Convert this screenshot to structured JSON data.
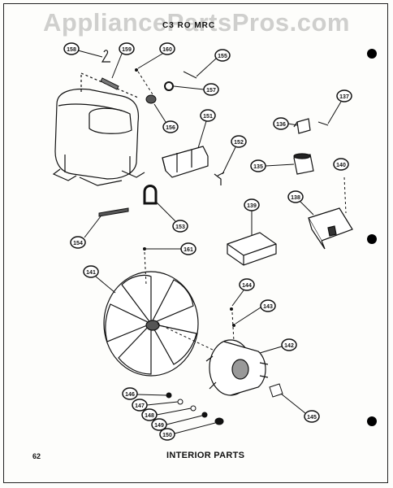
{
  "watermark": "AppliancePartsPros.com",
  "header_fragment": "C3 RO MRC",
  "page_number": "62",
  "caption": "INTERIOR PARTS",
  "callouts": [
    {
      "id": "c158",
      "label": "158"
    },
    {
      "id": "c159",
      "label": "159"
    },
    {
      "id": "c160",
      "label": "160"
    },
    {
      "id": "c155",
      "label": "155"
    },
    {
      "id": "c157",
      "label": "157"
    },
    {
      "id": "c156",
      "label": "156"
    },
    {
      "id": "c151",
      "label": "151"
    },
    {
      "id": "c152",
      "label": "152"
    },
    {
      "id": "c137",
      "label": "137"
    },
    {
      "id": "c136",
      "label": "136"
    },
    {
      "id": "c135",
      "label": "135"
    },
    {
      "id": "c140",
      "label": "140"
    },
    {
      "id": "c138",
      "label": "138"
    },
    {
      "id": "c139",
      "label": "139"
    },
    {
      "id": "c153",
      "label": "153"
    },
    {
      "id": "c154",
      "label": "154"
    },
    {
      "id": "c161",
      "label": "161"
    },
    {
      "id": "c141",
      "label": "141"
    },
    {
      "id": "c144",
      "label": "144"
    },
    {
      "id": "c143",
      "label": "143"
    },
    {
      "id": "c142",
      "label": "142"
    },
    {
      "id": "c146",
      "label": "146"
    },
    {
      "id": "c147",
      "label": "147"
    },
    {
      "id": "c148",
      "label": "148"
    },
    {
      "id": "c149",
      "label": "149"
    },
    {
      "id": "c150",
      "label": "150"
    },
    {
      "id": "c145",
      "label": "145"
    }
  ]
}
